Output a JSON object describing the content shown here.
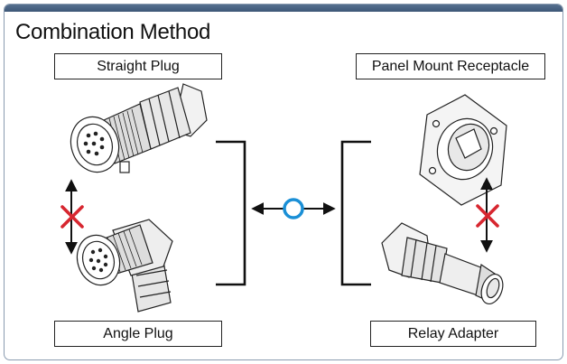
{
  "title": "Combination Method",
  "labels": {
    "straight_plug": "Straight Plug",
    "angle_plug": "Angle Plug",
    "panel_mount_receptacle": "Panel Mount Receptacle",
    "relay_adapter": "Relay Adapter"
  },
  "symbols": {
    "compatible": "circle-icon",
    "incompatible": "x-mark-icon",
    "arrows": "double-arrow-icon"
  },
  "colors": {
    "header_bar": "#4a6584",
    "compatible": "#1a8fd6",
    "incompatible": "#d7262f"
  }
}
